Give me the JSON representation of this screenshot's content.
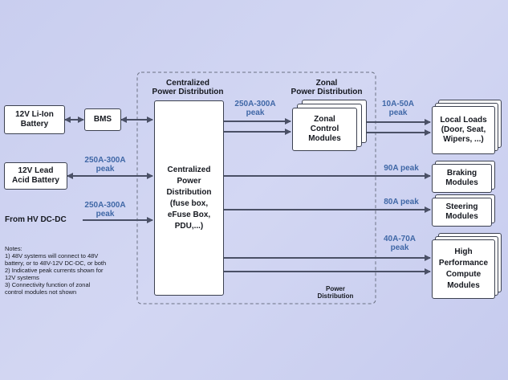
{
  "centralized_heading": "Centralized\nPower Distribution",
  "zonal_heading": "Zonal\nPower Distribution",
  "power_distribution_footer": "Power\nDistribution",
  "boxes": {
    "li_ion": "12V Li-Ion\nBattery",
    "bms": "BMS",
    "lead_acid": "12V Lead\nAcid Battery",
    "hv_dcdc": "From HV DC-DC",
    "central": "Centralized\nPower\nDistribution\n(fuse box,\neFuse Box,\nPDU,...)",
    "zonal": "Zonal\nControl\nModules",
    "local_loads": "Local Loads\n(Door, Seat,\nWipers, ...)",
    "braking": "Braking\nModules",
    "steering": "Steering\nModules",
    "hpc": "High\nPerformance\nCompute\nModules"
  },
  "peaks": {
    "lead_acid": "250A-300A\npeak",
    "hv_dcdc": "250A-300A\npeak",
    "central_to_zonal": "250A-300A\npeak",
    "local_loads": "10A-50A\npeak",
    "braking": "90A peak",
    "steering": "80A peak",
    "hpc": "40A-70A\npeak"
  },
  "notes": [
    "Notes:",
    "1) 48V systems will connect to 48V",
    "battery, or to 48V-12V DC-DC, or both",
    "2) Indicative peak currents shown for",
    "12V systems",
    "3) Connectivity function of zonal",
    "control modules not shown"
  ],
  "colors": {
    "arrow": "#4a5066",
    "peak_text": "#3f67a6",
    "box_border": "#3c4150"
  }
}
